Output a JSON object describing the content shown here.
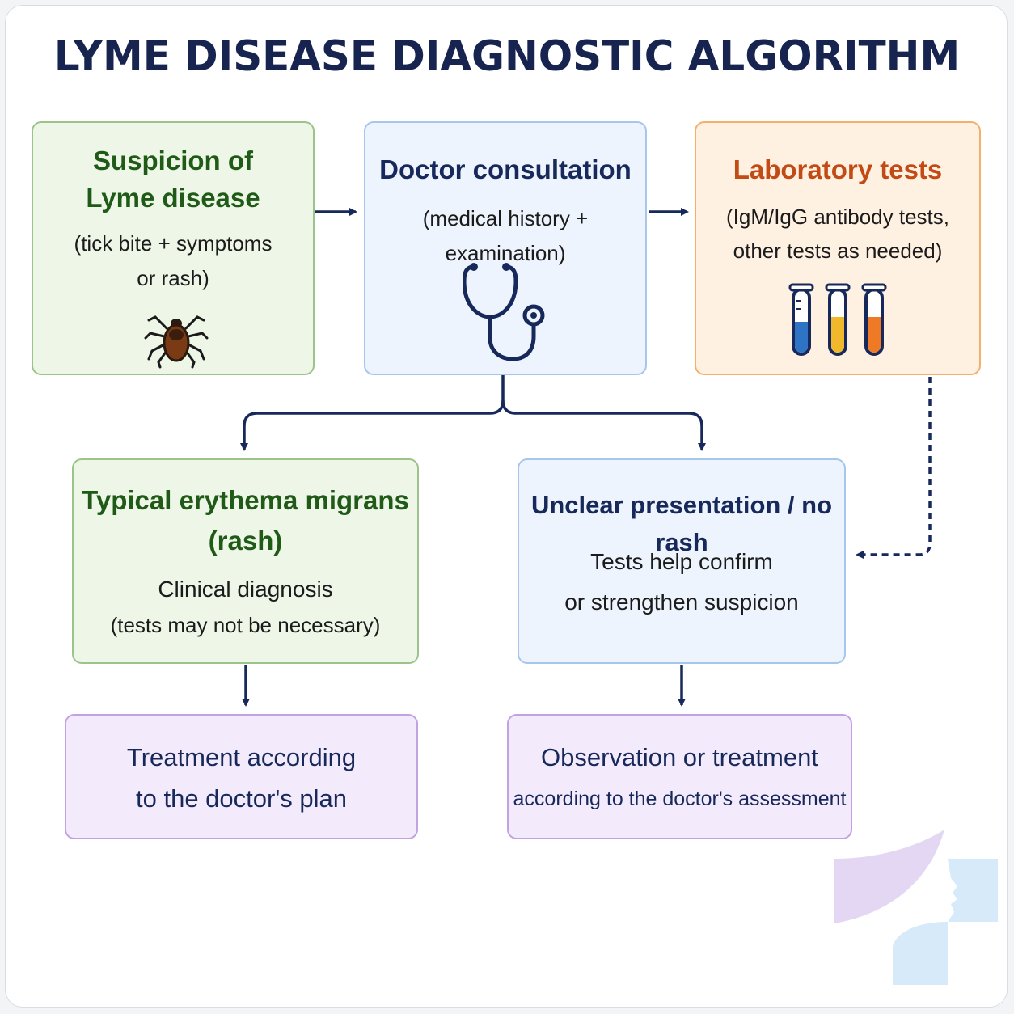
{
  "title": "LYME DISEASE DIAGNOSTIC ALGORITHM",
  "nodes": {
    "suspicion": {
      "title_line1": "Suspicion of",
      "title_line2": "Lyme disease",
      "desc_line1": "(tick bite + symptoms",
      "desc_line2": "or rash)",
      "icon": "tick-icon"
    },
    "consultation": {
      "title": "Doctor consultation",
      "desc": "(medical history + examination)",
      "icon": "stethoscope-icon"
    },
    "laboratory": {
      "title": "Laboratory tests",
      "desc_line1": "(IgM/IgG antibody tests,",
      "desc_line2": "other tests as needed)",
      "icon": "test-tubes-icon"
    },
    "erythema": {
      "title_line1": "Typical erythema migrans",
      "title_line2": "(rash)",
      "desc_line1": "Clinical diagnosis",
      "desc_line2": "(tests may not be necessary)"
    },
    "unclear": {
      "title": "Unclear presentation / no rash",
      "desc_line1": "Tests help confirm",
      "desc_line2": "or strengthen suspicion"
    },
    "treatment": {
      "line1": "Treatment according",
      "line2": "to the doctor's plan"
    },
    "observation": {
      "line1": "Observation or treatment",
      "line2": "according to the doctor's assessment"
    }
  },
  "colors": {
    "green_accent": "#1f5a17",
    "navy_accent": "#17285a",
    "orange_accent": "#c24a14",
    "tube_blue": "#2f74c4",
    "tube_yellow": "#f2b82c",
    "tube_orange": "#ef7a25"
  }
}
